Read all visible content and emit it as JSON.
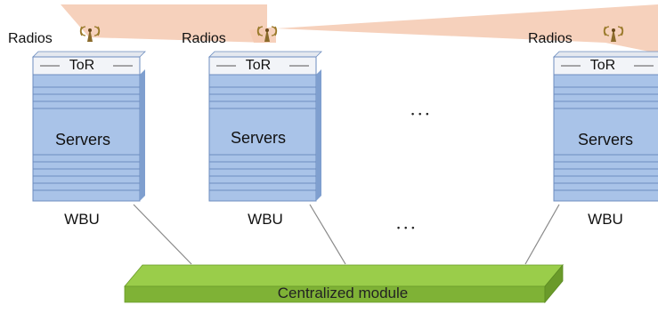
{
  "diagram": {
    "radio_label": "Radios",
    "tor_label": "ToR",
    "servers_label": "Servers",
    "wbu_label": "WBU",
    "ellipsis": "•••",
    "centralized_label": "Centralized module",
    "racks": [
      {
        "id": "left"
      },
      {
        "id": "middle"
      },
      {
        "id": "right"
      }
    ]
  },
  "colors": {
    "beam": "#f4c9b0",
    "rack_fill": "#a9c3e8",
    "rack_dark": "#7f9fcf",
    "rack_edge": "#6d8dbf",
    "tor_fill": "#f2f4f8",
    "module_top": "#9acd4a",
    "module_front": "#7fb236",
    "module_side": "#6a9a2a",
    "line": "#8a8a8a"
  }
}
